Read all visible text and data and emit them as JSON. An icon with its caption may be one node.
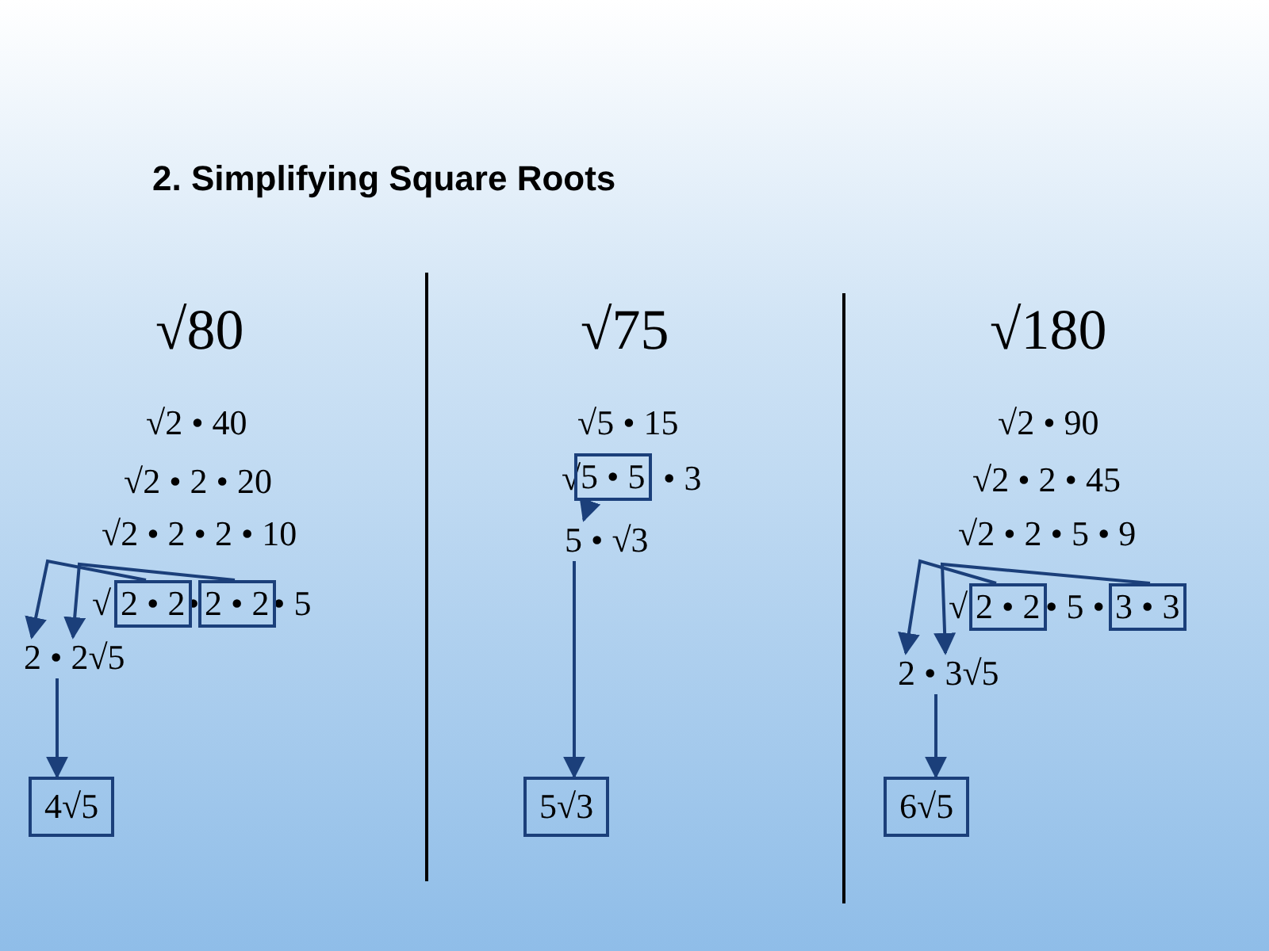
{
  "diagram": {
    "title": "2. Simplifying Square Roots",
    "nodes": [
      {
        "text": [
          "2 • 2"
        ]
      },
      {
        "text": [
          "2 • 2"
        ]
      },
      {
        "text": [
          "2 • 2√5"
        ]
      },
      {
        "text": [
          "4√5"
        ]
      },
      {
        "text": [
          "5 • 5"
        ]
      },
      {
        "text": [
          "5 • √3"
        ]
      },
      {
        "text": [
          "5√3"
        ]
      },
      {
        "text": [
          "2 • 2"
        ]
      },
      {
        "text": [
          "3 • 3"
        ]
      },
      {
        "text": [
          "2 • 3√5"
        ]
      },
      {
        "text": [
          "6√5"
        ]
      }
    ],
    "edges": [
      {
        "from": 0,
        "to": 2,
        "arrow": "to"
      },
      {
        "from": 1,
        "to": 2,
        "arrow": "to"
      },
      {
        "from": 2,
        "to": 3,
        "arrow": "to"
      },
      {
        "from": 4,
        "to": 5,
        "arrow": "to"
      },
      {
        "from": 5,
        "to": 6,
        "arrow": "to"
      },
      {
        "from": 7,
        "to": 9,
        "arrow": "to"
      },
      {
        "from": 8,
        "to": 9,
        "arrow": "to"
      },
      {
        "from": 9,
        "to": 10,
        "arrow": "to"
      }
    ],
    "labels": [
      "√80",
      "√75",
      "√180",
      "√2 • 40",
      "√5 • 15",
      "√2 • 90",
      "√2 • 2 • 20",
      "√",
      "• 3",
      "√2 • 2 • 45",
      "√2 • 2 • 2 • 10",
      "√2 • 2 • 5 • 9",
      "√",
      "•",
      "• 5",
      "√",
      "• 5 •"
    ]
  }
}
